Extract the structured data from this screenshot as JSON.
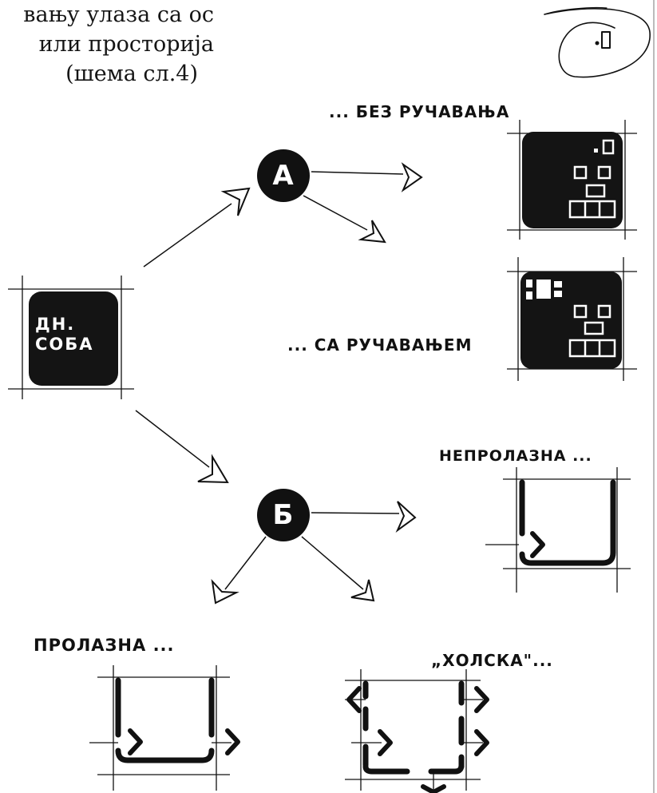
{
  "top_text": {
    "line1": "вању улаза са ос",
    "line2": "или просторија",
    "line3": "(шема сл.4)"
  },
  "nodes": {
    "living_room": "ДН. СОБА",
    "a": "А",
    "b": "Б"
  },
  "labels": {
    "without_dining": "... БЕЗ РУЧАВАЊА",
    "with_dining": "... СА РУЧАВАЊЕМ",
    "non_passable": "НЕПРОЛАЗНА ...",
    "passable": "ПРОЛАЗНА ...",
    "hall_type": "„ХОЛСКА\"..."
  },
  "colors": {
    "ink": "#111111",
    "paper": "#ffffff"
  }
}
